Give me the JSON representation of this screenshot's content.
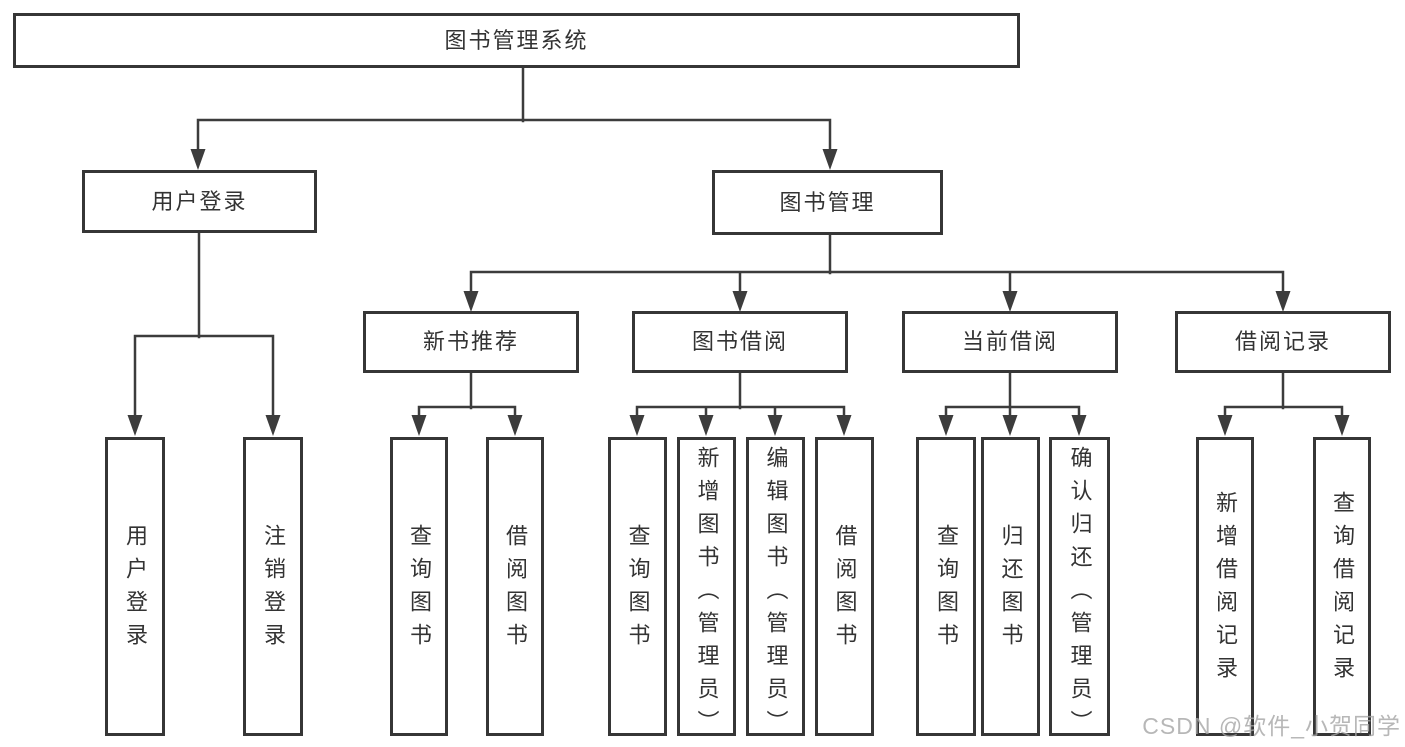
{
  "diagram_title": "图书管理系统",
  "colors": {
    "line": "#3c3c3c",
    "box_border": "#363636",
    "text": "#333333",
    "watermark": "#a5a5a5",
    "background": "#ffffff"
  },
  "tree": {
    "root": {
      "label": "图书管理系统",
      "children": [
        {
          "label": "用户登录",
          "children": [
            {
              "label": "用户登录"
            },
            {
              "label": "注销登录"
            }
          ]
        },
        {
          "label": "图书管理",
          "children": [
            {
              "label": "新书推荐",
              "children": [
                {
                  "label": "查询图书"
                },
                {
                  "label": "借阅图书"
                }
              ]
            },
            {
              "label": "图书借阅",
              "children": [
                {
                  "label": "查询图书"
                },
                {
                  "label": "新增图书（管理员）"
                },
                {
                  "label": "编辑图书（管理员）"
                },
                {
                  "label": "借阅图书"
                }
              ]
            },
            {
              "label": "当前借阅",
              "children": [
                {
                  "label": "查询图书"
                },
                {
                  "label": "归还图书"
                },
                {
                  "label": "确认归还（管理员）"
                }
              ]
            },
            {
              "label": "借阅记录",
              "children": [
                {
                  "label": "新增借阅记录"
                },
                {
                  "label": "查询借阅记录"
                }
              ]
            }
          ]
        }
      ]
    }
  },
  "watermark": {
    "text": "CSDN @软件_小贺同学"
  }
}
